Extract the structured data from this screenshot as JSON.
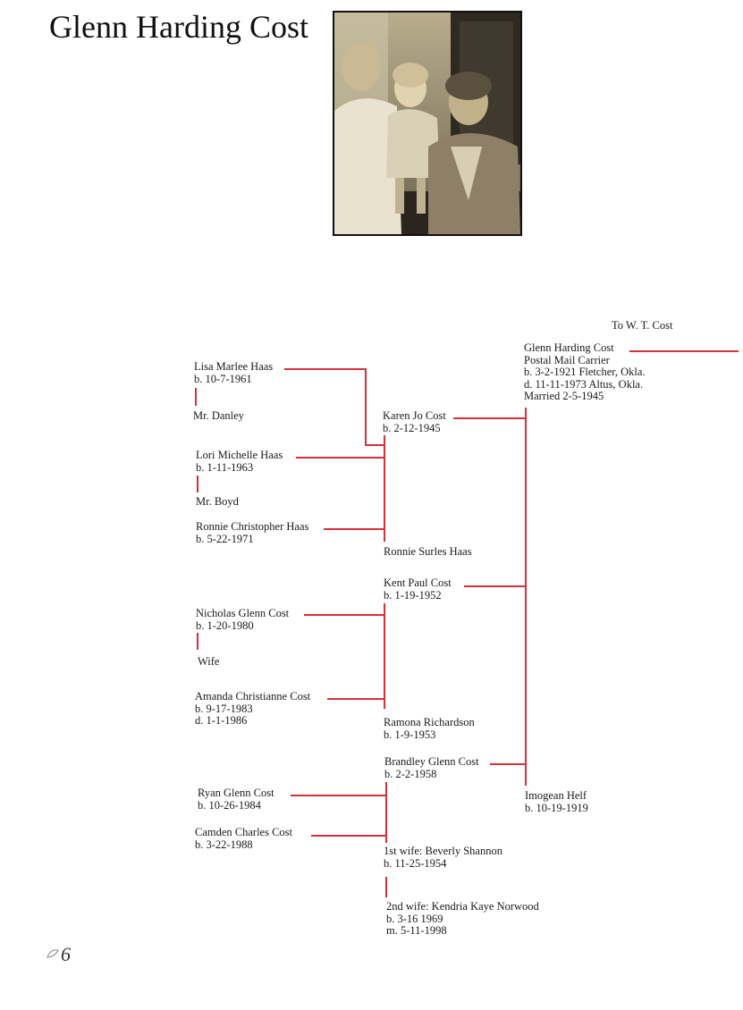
{
  "title": "Glenn Harding Cost",
  "photo_alt": "family-photo",
  "to_link": "To W. T. Cost",
  "page_number": "6",
  "line_color": "#d4323a",
  "entries": {
    "glenn": [
      "Glenn Harding Cost",
      "Postal Mail Carrier",
      "b. 3-2-1921 Fletcher, Okla.",
      "d. 11-11-1973 Altus, Okla.",
      "Married 2-5-1945"
    ],
    "imogean": [
      "Imogean Helf",
      "b. 10-19-1919"
    ],
    "karen": [
      "Karen Jo Cost",
      "b. 2-12-1945"
    ],
    "ronnie_surles": [
      "Ronnie Surles Haas"
    ],
    "lisa": [
      "Lisa Marlee Haas",
      "b. 10-7-1961"
    ],
    "danley": [
      "Mr. Danley"
    ],
    "lori": [
      "Lori Michelle Haas",
      "b. 1-11-1963"
    ],
    "boyd": [
      "Mr. Boyd"
    ],
    "ronnie_c": [
      "Ronnie Christopher Haas",
      "b. 5-22-1971"
    ],
    "kent": [
      "Kent Paul Cost",
      "b. 1-19-1952"
    ],
    "ramona": [
      "Ramona Richardson",
      "b. 1-9-1953"
    ],
    "nicholas": [
      "Nicholas Glenn Cost",
      "b. 1-20-1980"
    ],
    "wife": [
      "Wife"
    ],
    "amanda": [
      "Amanda Christianne Cost",
      "b. 9-17-1983",
      "d. 1-1-1986"
    ],
    "brandley": [
      "Brandley Glenn Cost",
      "b. 2-2-1958"
    ],
    "beverly": [
      "1st wife: Beverly Shannon",
      "b. 11-25-1954"
    ],
    "kendria": [
      "2nd wife:  Kendria Kaye Norwood",
      "b. 3-16 1969",
      "m. 5-11-1998"
    ],
    "ryan": [
      "Ryan Glenn Cost",
      "b. 10-26-1984"
    ],
    "camden": [
      "Camden Charles Cost",
      "b. 3-22-1988"
    ]
  }
}
